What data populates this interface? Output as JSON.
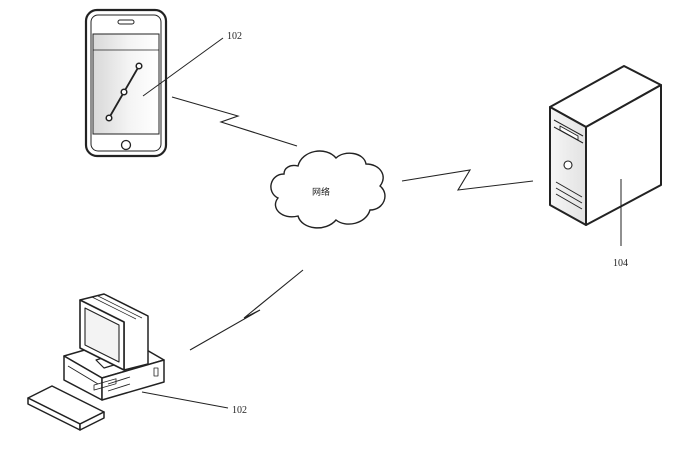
{
  "labels": {
    "phone": "102",
    "computer": "102",
    "server": "104",
    "network": "网络"
  },
  "colors": {
    "stroke": "#222222",
    "background": "#ffffff"
  }
}
